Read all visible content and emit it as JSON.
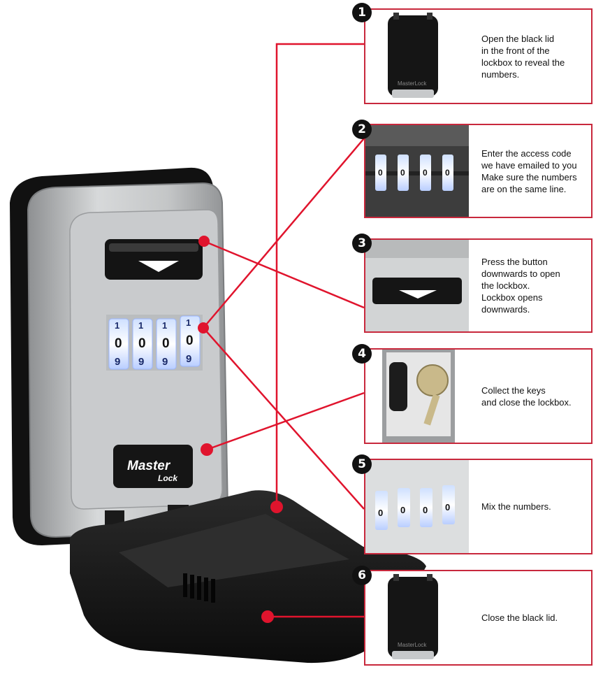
{
  "brand": {
    "line1": "Master",
    "line2": "Lock",
    "lid_logo": "MasterLock"
  },
  "dial": {
    "top": "1",
    "middle": "0",
    "bottom": "9"
  },
  "steps": [
    {
      "number": "1",
      "text": "Open the black lid\nin the front of the\nlockbox to reveal the\nnumbers."
    },
    {
      "number": "2",
      "text": "Enter the access code\nwe have emailed to you\nMake sure the numbers\nare on the same line."
    },
    {
      "number": "3",
      "text": "Press the button\ndownwards to open\nthe lockbox.\nLockbox opens\ndownwards."
    },
    {
      "number": "4",
      "text": "Collect the keys\nand close the lockbox."
    },
    {
      "number": "5",
      "text": "Mix the numbers."
    },
    {
      "number": "6",
      "text": "Close the black lid."
    }
  ],
  "colors": {
    "accent": "#c8283c",
    "callout_dot": "#e0142d",
    "lid": "#141414",
    "body_silver": "#b9bbbd"
  }
}
